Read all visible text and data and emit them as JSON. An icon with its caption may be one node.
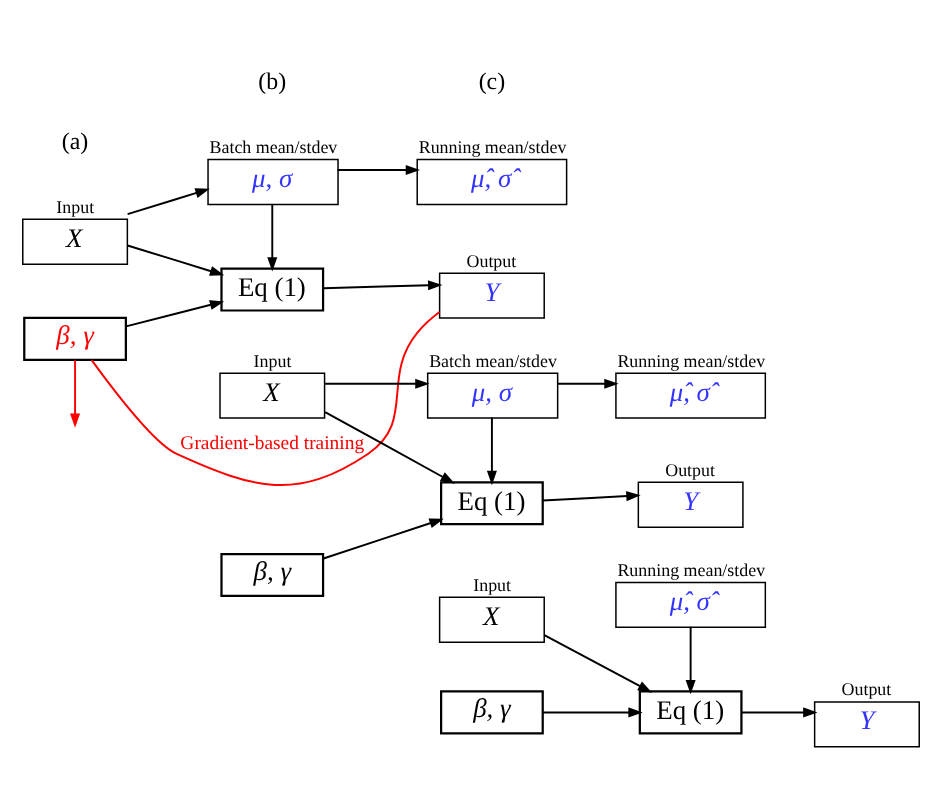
{
  "diagram": {
    "nodes": [
      {
        "text": [
          "X"
        ],
        "beside": [
          "Input"
        ]
      },
      {
        "text": [
          "μ, σ"
        ],
        "beside": [
          "Batch mean/stdev"
        ]
      },
      {
        "text": [
          "μ̂, σ̂"
        ],
        "beside": [
          "Running mean/stdev"
        ]
      },
      {
        "text": [
          "β, γ"
        ]
      },
      {
        "text": [
          "Eq (1)"
        ]
      },
      {
        "text": [
          "Y"
        ],
        "beside": [
          "Output"
        ]
      },
      {
        "text": [
          "X"
        ],
        "beside": [
          "Input"
        ]
      },
      {
        "text": [
          "μ, σ"
        ],
        "beside": [
          "Batch mean/stdev"
        ]
      },
      {
        "text": [
          "μ̂, σ̂"
        ],
        "beside": [
          "Running mean/stdev"
        ]
      },
      {
        "text": [
          "β, γ"
        ]
      },
      {
        "text": [
          "Eq (1)"
        ]
      },
      {
        "text": [
          "Y"
        ],
        "beside": [
          "Output"
        ]
      },
      {
        "text": [
          "X"
        ],
        "beside": [
          "Input"
        ]
      },
      {
        "text": [
          "μ̂, σ̂"
        ],
        "beside": [
          "Running mean/stdev"
        ]
      },
      {
        "text": [
          "β, γ"
        ]
      },
      {
        "text": [
          "Eq (1)"
        ]
      },
      {
        "text": [
          "Y"
        ],
        "beside": [
          "Output"
        ]
      }
    ],
    "edges": [
      {
        "from": 0,
        "to": 1,
        "arrow": "to"
      },
      {
        "from": 1,
        "to": 2,
        "arrow": "to"
      },
      {
        "from": 1,
        "to": 4,
        "arrow": "to"
      },
      {
        "from": 0,
        "to": 4,
        "arrow": "to"
      },
      {
        "from": 3,
        "to": 4,
        "arrow": "to"
      },
      {
        "from": 4,
        "to": 5,
        "arrow": "to"
      },
      {
        "from": 5,
        "to": 3,
        "arrow": "none",
        "label": "Gradient-based training",
        "color": "#ff0000"
      },
      {
        "from": 3,
        "to": null,
        "arrow": "to",
        "color": "#ff0000"
      },
      {
        "from": 6,
        "to": 7,
        "arrow": "to"
      },
      {
        "from": 7,
        "to": 8,
        "arrow": "to"
      },
      {
        "from": 7,
        "to": 10,
        "arrow": "to"
      },
      {
        "from": 6,
        "to": 10,
        "arrow": "to"
      },
      {
        "from": 9,
        "to": 10,
        "arrow": "to"
      },
      {
        "from": 10,
        "to": 11,
        "arrow": "to"
      },
      {
        "from": 12,
        "to": 15,
        "arrow": "to"
      },
      {
        "from": 13,
        "to": 15,
        "arrow": "to"
      },
      {
        "from": 14,
        "to": 15,
        "arrow": "to"
      },
      {
        "from": 15,
        "to": 16,
        "arrow": "to"
      }
    ],
    "labels": [
      "(a)",
      "(b)",
      "(c)"
    ]
  }
}
